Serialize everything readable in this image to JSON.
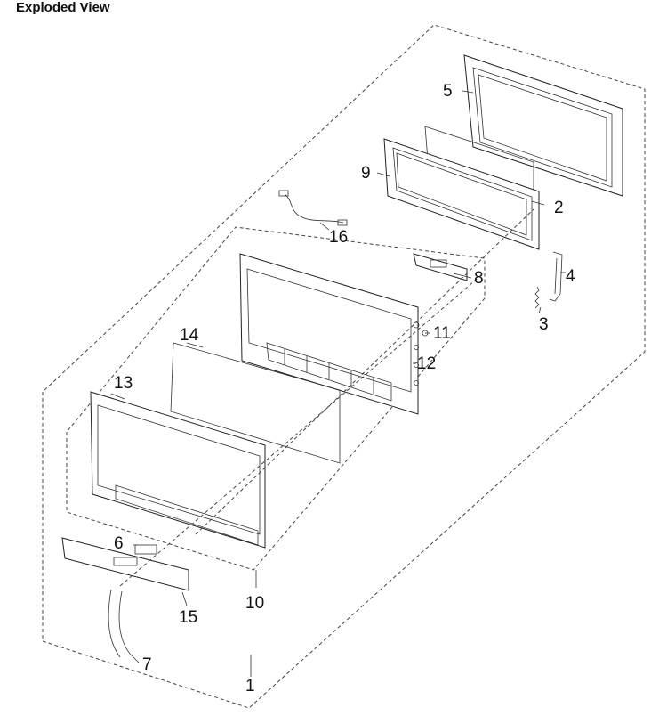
{
  "title": "Exploded View",
  "callouts": {
    "c1": "1",
    "c2": "2",
    "c3": "3",
    "c4": "4",
    "c5": "5",
    "c6": "6",
    "c7": "7",
    "c8": "8",
    "c9": "9",
    "c10": "10",
    "c11": "11",
    "c12": "12",
    "c13": "13",
    "c14": "14",
    "c15": "15",
    "c16": "16"
  }
}
